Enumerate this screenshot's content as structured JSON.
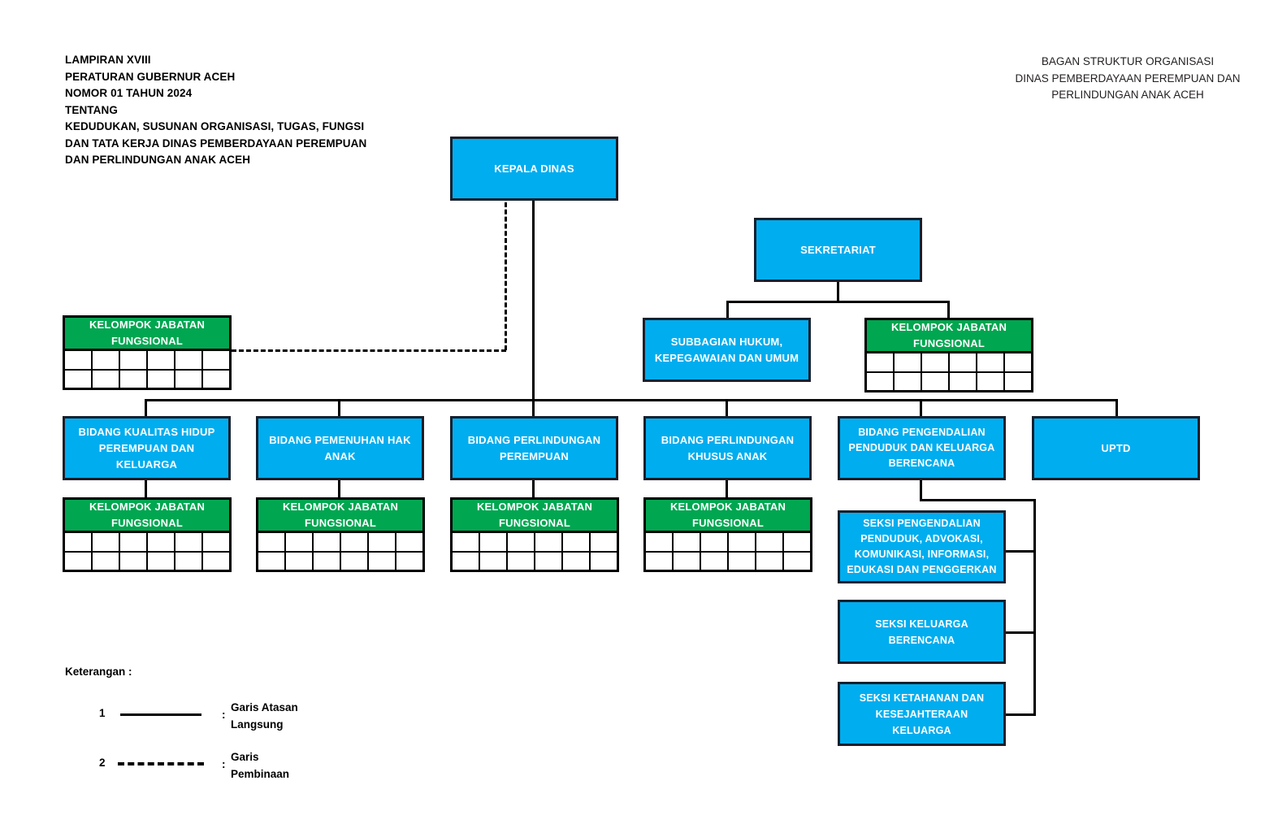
{
  "document": {
    "header_left": "LAMPIRAN XVIII\nPERATURAN GUBERNUR ACEH\nNOMOR 01 TAHUN 2024\nTENTANG\nKEDUDUKAN, SUSUNAN ORGANISASI, TUGAS, FUNGSI\nDAN TATA KERJA DINAS PEMBERDAYAAN PEREMPUAN\nDAN PERLINDUNGAN ANAK ACEH",
    "title_right": "BAGAN STRUKTUR ORGANISASI\nDINAS PEMBERDAYAAN PEREMPUAN DAN\nPERLINDUNGAN ANAK ACEH"
  },
  "colors": {
    "box_blue": "#00ADEF",
    "box_green": "#00A650",
    "border": "#1a1f2b",
    "line": "#000000",
    "text_on_box": "#FFFFFF"
  },
  "chart_type": "org-chart",
  "nodes": {
    "kepala_dinas": "KEPALA DINAS",
    "sekretariat": "SEKRETARIAT",
    "subbagian": "SUBBAGIAN HUKUM,\nKEPEGAWAIAN DAN UMUM",
    "kjf_label": "KELOMPOK JABATAN\nFUNGSIONAL",
    "bidang_1": "BIDANG KUALITAS HIDUP\nPEREMPUAN DAN KELUARGA",
    "bidang_2": "BIDANG PEMENUHAN HAK\nANAK",
    "bidang_3": "BIDANG PERLINDUNGAN\nPEREMPUAN",
    "bidang_4": "BIDANG PERLINDUNGAN\nKHUSUS ANAK",
    "bidang_5": "BIDANG PENGENDALIAN\nPENDUDUK DAN KELUARGA\nBERENCANA",
    "uptd": "UPTD",
    "seksi_1": "SEKSI PENGENDALIAN\nPENDUDUK, ADVOKASI,\nKOMUNIKASI, INFORMASI,\nEDUKASI DAN PENGGERKAN",
    "seksi_2": "SEKSI KELUARGA BERENCANA",
    "seksi_3": "SEKSI KETAHANAN DAN\nKESEJAHTERAAN KELUARGA"
  },
  "kjf_grid": {
    "columns": 6,
    "rows": 2,
    "cells": [
      "",
      "",
      "",
      "",
      "",
      "",
      "",
      "",
      "",
      "",
      "",
      ""
    ]
  },
  "legend": {
    "title": "Keterangan :",
    "items": [
      {
        "num": "1",
        "line_style": "solid",
        "colon": ":",
        "text": "Garis Atasan\nLangsung"
      },
      {
        "num": "2",
        "line_style": "dashed",
        "colon": ":",
        "text": "Garis\nPembinaan"
      }
    ]
  }
}
